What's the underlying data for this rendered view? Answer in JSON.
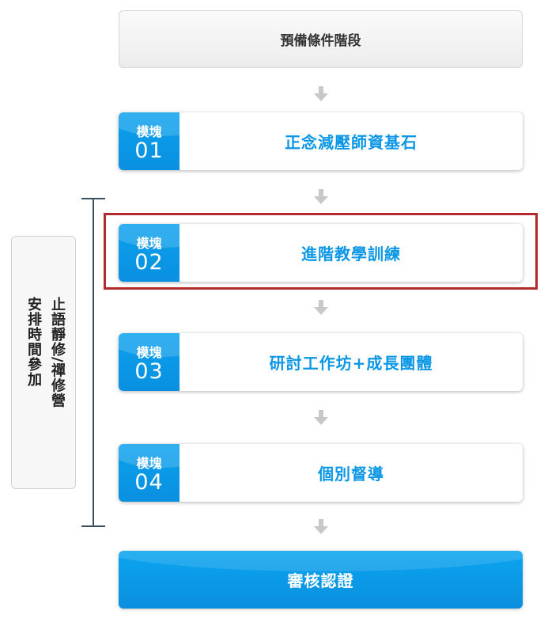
{
  "prep_stage": {
    "label": "預備條件階段"
  },
  "module_word": "模塊",
  "modules": [
    {
      "number": "01",
      "title": "正念減壓師資基石"
    },
    {
      "number": "02",
      "title": "進階教學訓練"
    },
    {
      "number": "03",
      "title": "研討工作坊+成長團體"
    },
    {
      "number": "04",
      "title": "個別督導"
    }
  ],
  "final_stage": {
    "label": "審核認證"
  },
  "side_note": {
    "line1": "止語靜修/禪修營",
    "line2": "安排時間參加"
  },
  "colors": {
    "accent": "#0b97e6",
    "highlight": "#b32a2e",
    "arrow": "#c8c8c8"
  },
  "icons": {
    "arrow": "arrow-down-icon"
  },
  "highlighted_module": "02"
}
